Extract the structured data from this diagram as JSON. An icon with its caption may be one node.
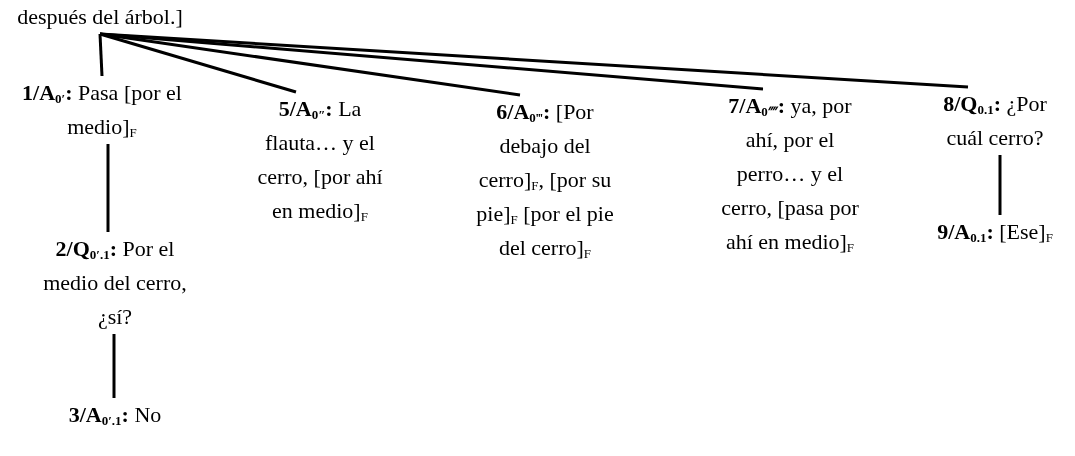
{
  "diagram": {
    "nodes": [
      {
        "text": [
          "después del árbol.]"
        ]
      },
      {
        "text": [
          "**1/A**$_{0′}$**:** Pasa [por el medio]$_{F}$"
        ]
      },
      {
        "text": [
          "**2/Q**$_{0′.1}$**:** Por el medio del cerro, ¿sí?"
        ]
      },
      {
        "text": [
          "**3/A**$_{0′.1}$**:** No"
        ]
      },
      {
        "text": [
          "**5/A**$_{0″}$**:** La flauta… y el cerro, [por ahí en medio]$_{F}$"
        ]
      },
      {
        "text": [
          "**6/A**$_{0‴}$**:** [Por debajo del cerro]$_{F}$, [por su pie]$_{F}$ [por el pie del cerro]$_{F}$"
        ]
      },
      {
        "text": [
          "**7/A**$_{0⁗}$**:** ya, por ahí, por el perro… y el cerro, [pasa por ahí en medio]$_{F}$"
        ]
      },
      {
        "text": [
          "**8/Q**$_{0.1}$**:** ¿Por cuál cerro?"
        ]
      },
      {
        "text": [
          "**9/A**$_{0.1}$**:** [Ese]$_{F}$"
        ]
      }
    ],
    "edges": [
      {
        "from": 0,
        "to": 1,
        "arrow": "none"
      },
      {
        "from": 0,
        "to": 4,
        "arrow": "none"
      },
      {
        "from": 0,
        "to": 5,
        "arrow": "none"
      },
      {
        "from": 0,
        "to": 6,
        "arrow": "none"
      },
      {
        "from": 0,
        "to": 7,
        "arrow": "none"
      },
      {
        "from": 1,
        "to": 2,
        "arrow": "none"
      },
      {
        "from": 2,
        "to": 3,
        "arrow": "none"
      },
      {
        "from": 7,
        "to": 8,
        "arrow": "none"
      }
    ]
  }
}
